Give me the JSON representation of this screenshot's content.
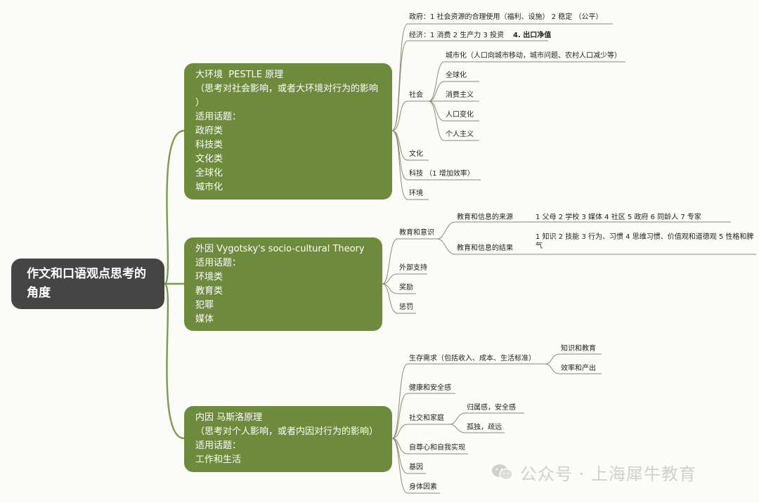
{
  "root": {
    "line1": "作文和口语观点思考的",
    "line2": "角度"
  },
  "branch1": {
    "lines": [
      "大环境  PESTLE 原理",
      "（思考对社会影响，或者大环境对行为的影响",
      "）",
      "适用话题：",
      "政府类",
      "科技类",
      "文化类",
      "全球化",
      "城市化"
    ],
    "nodes": {
      "gov": "政府：1 社会资源的合理使用（福利、设施） 2 稳定 （公平）",
      "econ_a": "经济：1 消费 2 生产力 3 投资",
      "econ_b": "4. 出口净值",
      "society": "社会",
      "urban": "城市化（人口向城市移动，城市问题、农村人口减少等）",
      "global": "全球化",
      "consumer": "消费主义",
      "population": "人口变化",
      "individual": "个人主义",
      "culture": "文化",
      "tech": "科技 （1 增加效率）",
      "env": "环境"
    }
  },
  "branch2": {
    "lines": [
      "外因 Vygotsky's socio-cultural Theory",
      "适用话题：",
      "环境类",
      "教育类",
      "犯罪",
      "媒体"
    ],
    "nodes": {
      "edu_awareness": "教育和意识",
      "source": "教育和信息的来源",
      "source_detail": "1 父母 2 学校 3 媒体 4 社区 5 政府 6 同龄人 7 专家",
      "result": "教育和信息的结果",
      "result_detail": "1 知识  2 技能 3 行为、习惯 4 思维习惯、价值观和道德观 5 性格和脾气",
      "support": "外部支持",
      "reward": "奖励",
      "punish": "惩罚"
    }
  },
  "branch3": {
    "lines": [
      "内因 马斯洛原理",
      "（思考对个人影响，或者内因对行为的影响）",
      "适用话题：",
      "工作和生活"
    ],
    "nodes": {
      "survival": "生存需求（包括收入、成本、生活标准）",
      "knowledge": "知识和教育",
      "efficiency": "效率和产出",
      "health": "健康和安全感",
      "social": "社交和家庭",
      "belonging": "归属感，安全感",
      "lonely": "孤独，疏远",
      "esteem": "自尊心和自我实现",
      "genes": "基因",
      "body": "身体因素"
    }
  },
  "watermark": {
    "text": "公众号 · 上海犀牛教育",
    "icon": "wechat-icon"
  },
  "colors": {
    "root": "#454545",
    "branch": "#6e8b3d",
    "line": "#8a8a78",
    "watermark": "#cfcfcf"
  }
}
